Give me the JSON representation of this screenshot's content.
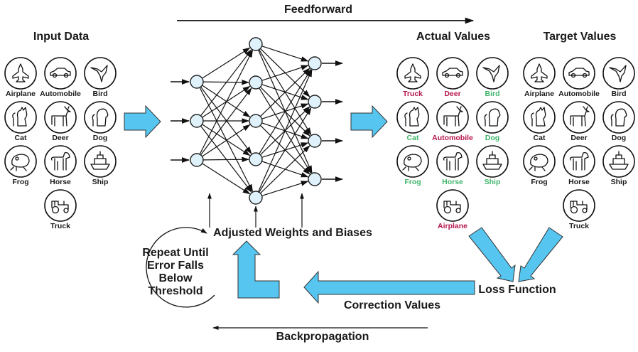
{
  "titles": {
    "feedforward": "Feedforward",
    "input_data": "Input Data",
    "actual_values": "Actual Values",
    "target_values": "Target Values",
    "adjusted": "Adjusted Weights and Biases",
    "repeat": "Repeat Until Error Falls Below Threshold",
    "loss_function": "Loss Function",
    "correction_values": "Correction Values",
    "backpropagation": "Backpropagation"
  },
  "colors": {
    "arrow_fill": "#56c5ef",
    "node_fill": "#dff2fb",
    "wrong_label": "#b5174f",
    "correct_label": "#3fb56b",
    "ink": "#1a1a1a"
  },
  "input_data": [
    {
      "icon": "airplane",
      "label": "Airplane"
    },
    {
      "icon": "automobile",
      "label": "Automobile"
    },
    {
      "icon": "bird",
      "label": "Bird"
    },
    {
      "icon": "cat",
      "label": "Cat"
    },
    {
      "icon": "deer",
      "label": "Deer"
    },
    {
      "icon": "dog",
      "label": "Dog"
    },
    {
      "icon": "frog",
      "label": "Frog"
    },
    {
      "icon": "horse",
      "label": "Horse"
    },
    {
      "icon": "ship",
      "label": "Ship"
    },
    {
      "icon": "truck",
      "label": "Truck"
    }
  ],
  "actual_values": [
    {
      "icon": "airplane",
      "label": "Truck",
      "status": "wrong"
    },
    {
      "icon": "automobile",
      "label": "Deer",
      "status": "wrong"
    },
    {
      "icon": "bird",
      "label": "Bird",
      "status": "correct"
    },
    {
      "icon": "cat",
      "label": "Cat",
      "status": "correct"
    },
    {
      "icon": "deer",
      "label": "Automobile",
      "status": "wrong"
    },
    {
      "icon": "dog",
      "label": "Dog",
      "status": "correct"
    },
    {
      "icon": "frog",
      "label": "Frog",
      "status": "correct"
    },
    {
      "icon": "horse",
      "label": "Horse",
      "status": "correct"
    },
    {
      "icon": "ship",
      "label": "Ship",
      "status": "correct"
    },
    {
      "icon": "truck",
      "label": "Airplane",
      "status": "wrong"
    }
  ],
  "target_values": [
    {
      "icon": "airplane",
      "label": "Airplane"
    },
    {
      "icon": "automobile",
      "label": "Automobile"
    },
    {
      "icon": "bird",
      "label": "Bird"
    },
    {
      "icon": "cat",
      "label": "Cat"
    },
    {
      "icon": "deer",
      "label": "Deer"
    },
    {
      "icon": "dog",
      "label": "Dog"
    },
    {
      "icon": "frog",
      "label": "Frog"
    },
    {
      "icon": "horse",
      "label": "Horse"
    },
    {
      "icon": "ship",
      "label": "Ship"
    },
    {
      "icon": "truck",
      "label": "Truck"
    }
  ],
  "network": {
    "layers": [
      3,
      5,
      4
    ],
    "layer_names": [
      "input-layer",
      "hidden-layer",
      "output-layer"
    ]
  }
}
